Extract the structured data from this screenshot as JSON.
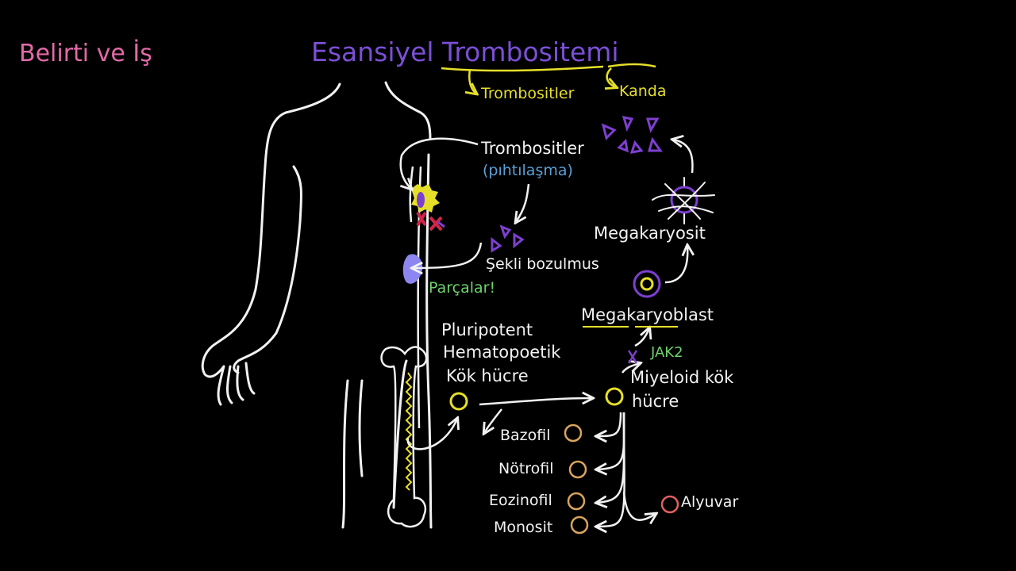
{
  "colors": {
    "background": "#000000",
    "chalk_white": "#f2f2f2",
    "title_purple": "#7b4fd6",
    "topic_pink": "#e26aa8",
    "note_yellow": "#e6df2a",
    "note_blue": "#5aa0d8",
    "note_green": "#6fd26b",
    "cell_orange": "#d9a45c",
    "cell_red": "#e06060",
    "platelet_purple": "#7e3fd0"
  },
  "header": {
    "topic": "Belirti ve İş",
    "title": "Esansiyel Trombositemi",
    "title_part_1_meaning": "Trombositler",
    "title_part_2_meaning": "Kanda"
  },
  "labels": {
    "platelets": "Trombositler",
    "clotting": "(pıhtılaşma)",
    "deformed": "Şekli bozulmus",
    "fragments": "Parçalar!",
    "megakaryocyte": "Megakaryosit",
    "megakaryoblast": "Megakaryoblast",
    "jak2": "JAK2",
    "stem_cell_line1": "Pluripotent",
    "stem_cell_line2": "Hematopoetik",
    "stem_cell_line3": "Kök hücre",
    "myeloid_line1": "Miyeloid kök",
    "myeloid_line2": "hücre",
    "basophil": "Bazofil",
    "neutrophil": "Nötrofil",
    "eosinophil": "Eozinofil",
    "monocyte": "Monosit",
    "erythrocyte": "Alyuvar"
  }
}
